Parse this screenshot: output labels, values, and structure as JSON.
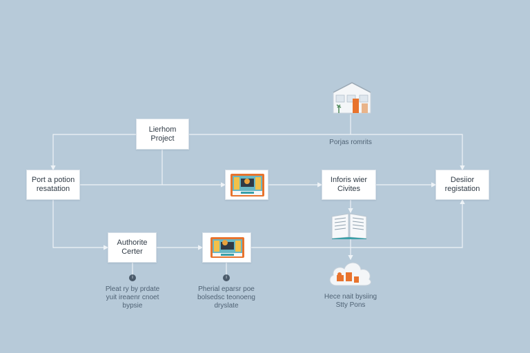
{
  "colors": {
    "background": "#b7cad9",
    "connector": "#eef3f7",
    "node_fill": "#ffffff",
    "accent_orange": "#e8732d",
    "accent_teal": "#3aa0a8"
  },
  "nodes": {
    "lierhom_project": {
      "label": "Lierhom\nProject"
    },
    "port_position": {
      "label": "Port a potion\nresatation"
    },
    "inform_centres": {
      "label": "Inforis wier\nCivites"
    },
    "design_registration": {
      "label": "Desiior\nregistation"
    },
    "authorite_center": {
      "label": "Authorite\nCerter"
    }
  },
  "icons": {
    "house": "house-icon",
    "window_top": "window-illustration-icon",
    "window_bottom": "window-illustration-icon",
    "book": "book-icon",
    "cloud": "cloud-icon"
  },
  "captions": {
    "project_moments": "Porjas romrits",
    "caption_left": "Pleat ry by prdate\nyuit ireaenr cnoet\nbypsie",
    "caption_middle": "Pherial eparsr poe\nbolsedsc teonoeng\ndryslate",
    "caption_right": "Hece nait bysiing\nStty Pons"
  },
  "markers": {
    "left": "i",
    "middle": "i"
  }
}
